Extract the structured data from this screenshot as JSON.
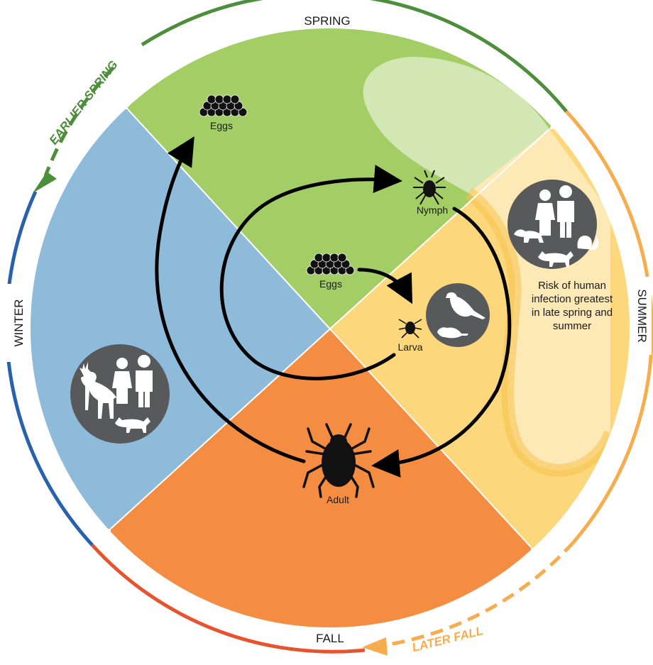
{
  "seasons": {
    "spring": "SPRING",
    "summer": "SUMMER",
    "fall": "FALL",
    "winter": "WINTER"
  },
  "trends": {
    "earlier_spring": "EARLIER SPRING",
    "later_fall": "LATER FALL"
  },
  "stages": {
    "eggs_top": "Eggs",
    "nymph": "Nymph",
    "eggs_center": "Eggs",
    "larva": "Larva",
    "adult": "Adult"
  },
  "risk_note": {
    "line1": "Risk of human",
    "line2": "infection greatest",
    "line3": "in late spring and",
    "line4": "summer"
  },
  "host_groups": {
    "summer_hosts": [
      "child-icon",
      "adult-human-icon",
      "dog-icon",
      "squirrel-icon",
      "fox-icon"
    ],
    "larva_hosts": [
      "bird-icon",
      "mouse-icon"
    ],
    "winter_hosts": [
      "deer-icon",
      "child-icon",
      "adult-human-icon",
      "fox-icon"
    ]
  },
  "colors": {
    "spring": "#a3cd65",
    "summer": "#fcd77b",
    "summer_risk": "#fde9b6",
    "spring_risk": "#d3e7b5",
    "fall": "#f48c42",
    "winter": "#8fbbdb",
    "ring_spring": "#4d8e3a",
    "ring_summer": "#f7ad4e",
    "ring_fall": "#e8532f",
    "ring_winter": "#2862ad",
    "host_circle": "#58595b"
  }
}
